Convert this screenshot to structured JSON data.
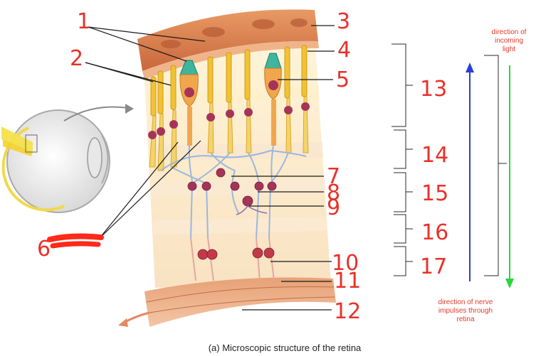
{
  "labels": {
    "n1": "1",
    "n2": "2",
    "n3": "3",
    "n4": "4",
    "n5": "5",
    "n6": "6",
    "n7": "7",
    "n8": "8",
    "n9": "9",
    "n10": "10",
    "n11": "11",
    "n12": "12",
    "n13": "13",
    "n14": "14",
    "n15": "15",
    "n16": "16",
    "n17": "17"
  },
  "annotations": {
    "incoming_line1": "direction of",
    "incoming_line2": "incoming",
    "incoming_line3": "light",
    "nerve_line1": "direction of nerve",
    "nerve_line2": "impulses through",
    "nerve_line3": "retina"
  },
  "caption": "(a) Microscopic structure of the retina",
  "colors": {
    "label_red": "#e8312a",
    "arrow_blue": "#2a3fd8",
    "arrow_green": "#27d83a",
    "rod_yellow": "#f1c232",
    "cell_purple": "#8a2a55",
    "bipolar_blue": "#9bb7dc",
    "pigment_orange": "#d9824a"
  }
}
